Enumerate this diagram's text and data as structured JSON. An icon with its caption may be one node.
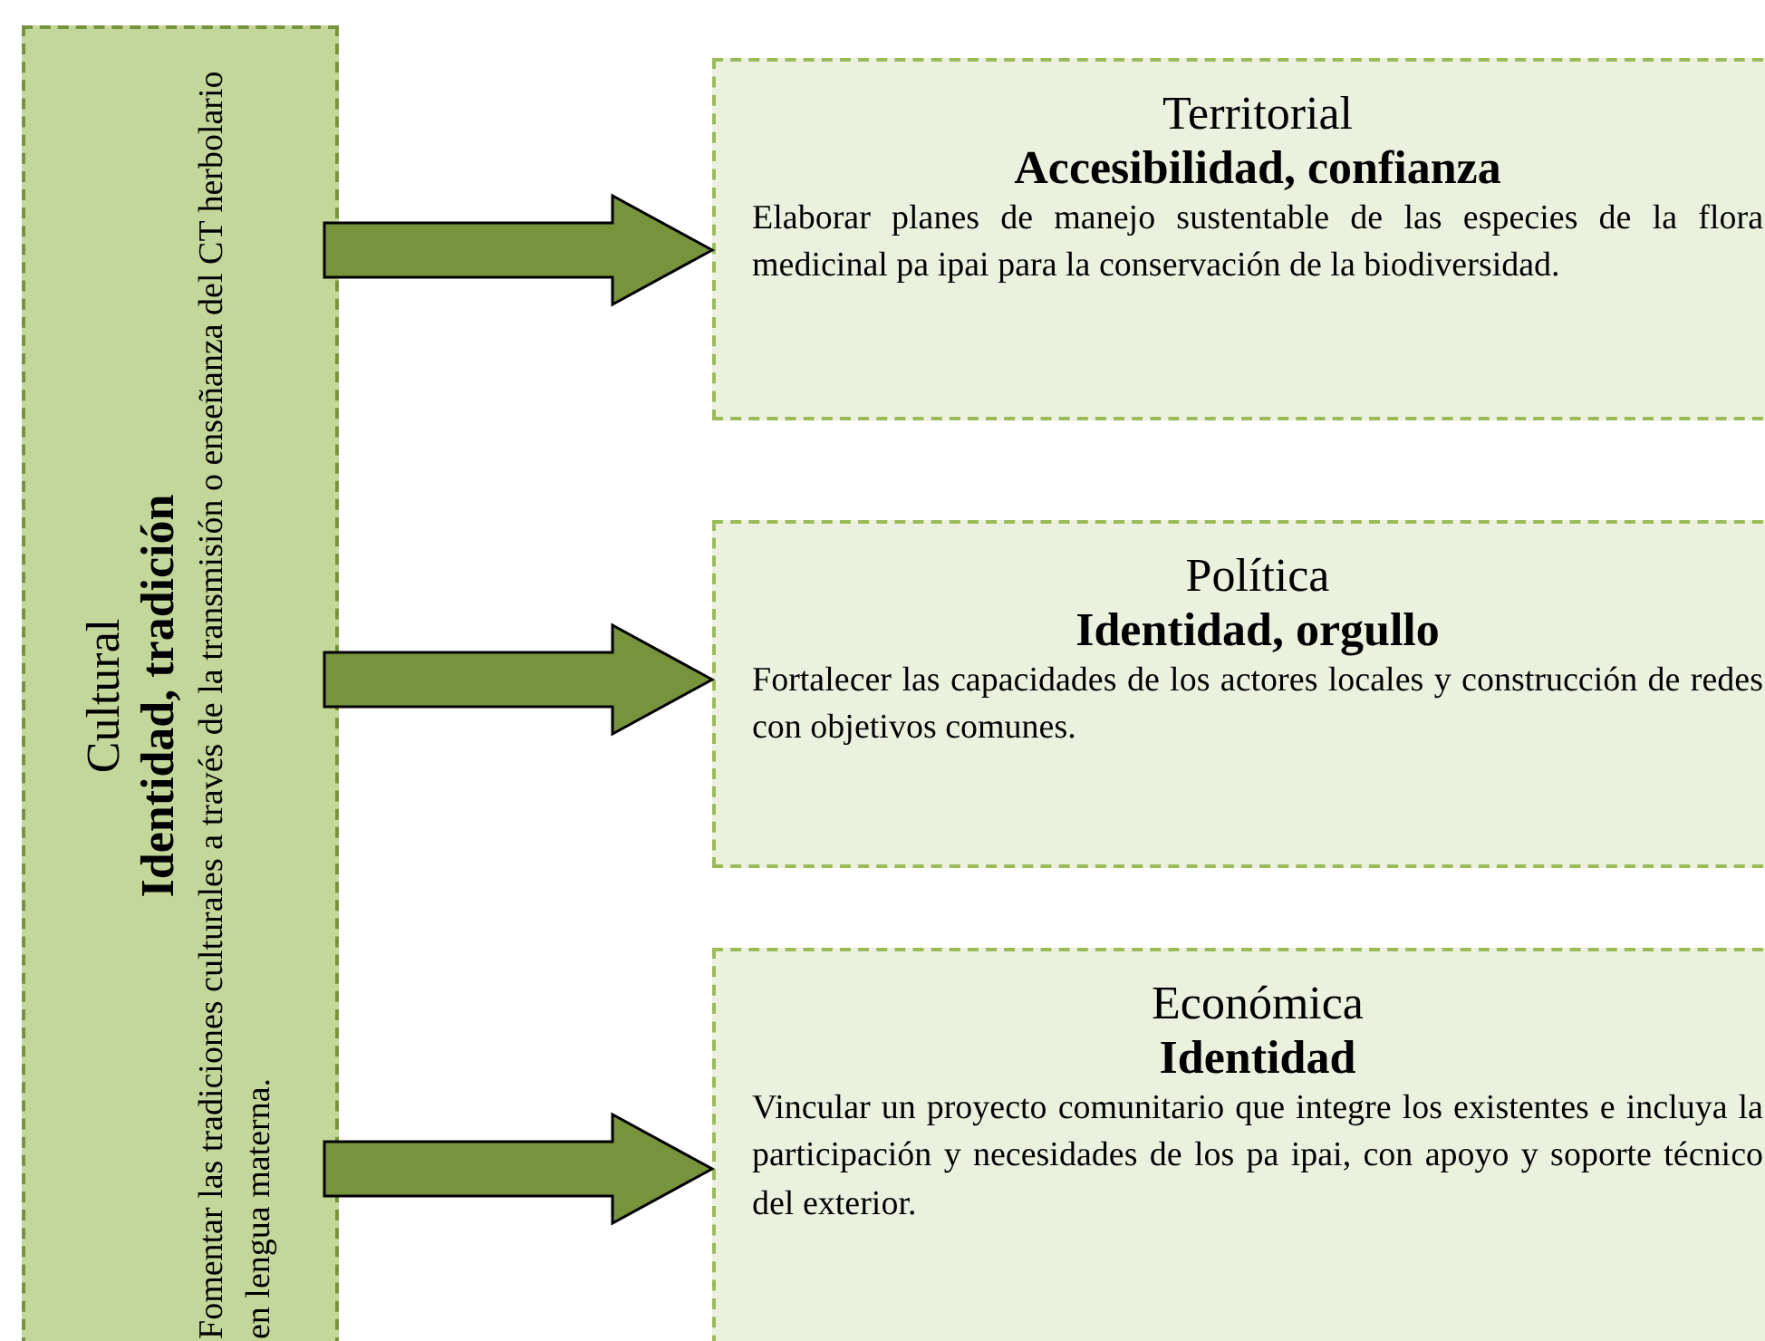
{
  "diagram": {
    "nodes": [
      {
        "text": [
          "Cultural",
          "Identidad, tradición",
          "Fomentar las tradiciones culturales a través de la transmisión o enseñanza del CT herbolario en lengua materna."
        ]
      },
      {
        "text": [
          "Territorial",
          "Accesibilidad, confianza",
          "Elaborar planes de manejo sustentable de las especies de la flora medicinal pa ipai para la conservación de la biodiversidad."
        ]
      },
      {
        "text": [
          "Política",
          "Identidad, orgullo",
          "Fortalecer las capacidades de los actores locales y construcción de redes con objetivos comunes."
        ]
      },
      {
        "text": [
          "Económica",
          "Identidad",
          "Vincular un proyecto comunitario que integre los existentes e incluya la participación y necesidades de los pa ipai, con apoyo y soporte técnico del exterior."
        ]
      }
    ],
    "edges": [
      {
        "from": 0,
        "to": 1,
        "arrow": "to"
      },
      {
        "from": 0,
        "to": 2,
        "arrow": "to"
      },
      {
        "from": 0,
        "to": 3,
        "arrow": "to"
      }
    ]
  }
}
